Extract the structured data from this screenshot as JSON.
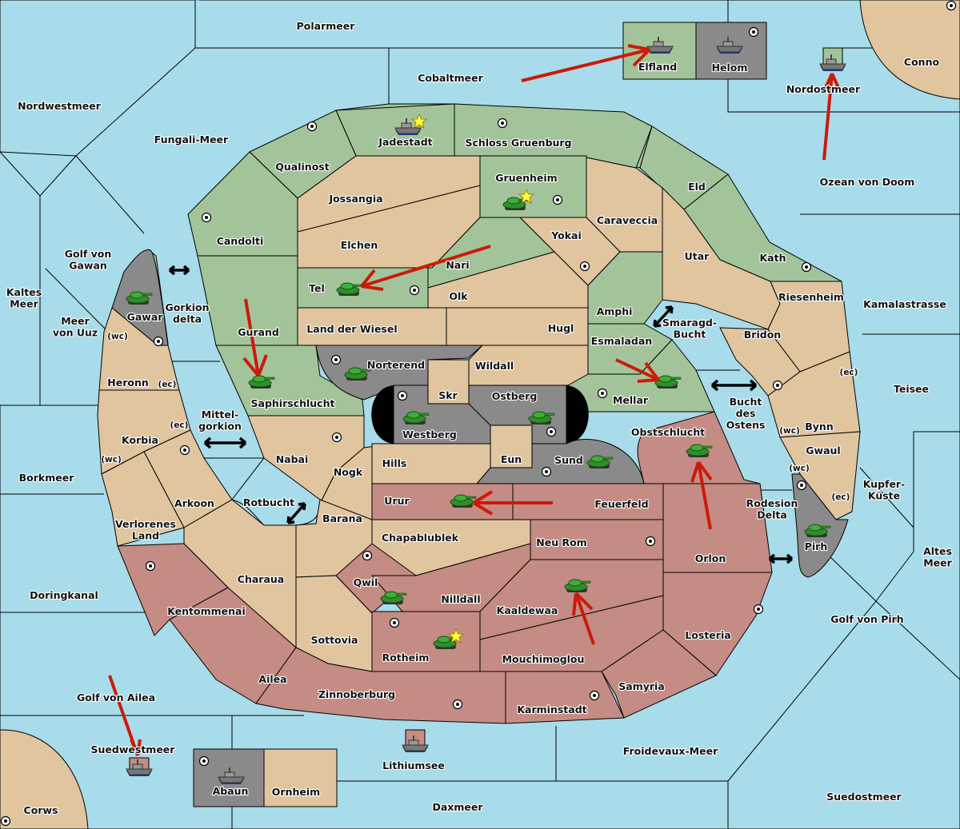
{
  "colors": {
    "sea": "#a8dcea",
    "neutral": "#e0c59f",
    "green_power": "#a3c49a",
    "gray_power": "#8a8a8a",
    "red_power": "#c48c84",
    "order_arrow": "#cc1a0a",
    "home_star": "#ffff33"
  },
  "seas": {
    "polarmeer": "Polarmeer",
    "cobaltmeer": "Cobaltmeer",
    "nordwestmeer": "Nordwestmeer",
    "fungali": "Fungali-Meer",
    "nordostmeer": "Nordostmeer",
    "ozean": "Ozean von Doom",
    "golf_gawan": "Golf von Gawan",
    "kaltes": "Kaltes Meer",
    "uuz": "Meer von Uuz",
    "gorkion_delta": "Gorkion delta",
    "mittelgorkion": "Mittel-gorkion",
    "borkmeer": "Borkmeer",
    "rotbucht": "Rotbucht",
    "doringkanal": "Doringkanal",
    "golf_ailea": "Golf von Ailea",
    "suedwestmeer": "Suedwestmeer",
    "lithiumsee": "Lithiumsee",
    "daxmeer": "Daxmeer",
    "froidevaux": "Froidevaux-Meer",
    "suedostmeer": "Suedostmeer",
    "golf_pirh": "Golf von Pirh",
    "altes": "Altes Meer",
    "kupfer": "Kupfer-Küste",
    "teisee": "Teisee",
    "kamala": "Kamalastrasse",
    "rodesion": "Rodesion Delta",
    "bucht_ostens": "Bucht des Ostens",
    "smaragd": "Smaragd-Bucht"
  },
  "lands": {
    "elfland": "Elfland",
    "helom": "Helom",
    "conno": "Conno",
    "jadestadt": "Jadestadt",
    "schloss": "Schloss Gruenburg",
    "qualinost": "Qualinost",
    "candolti": "Candolti",
    "jossangia": "Jossangia",
    "gruenheim": "Gruenheim",
    "elchen": "Elchen",
    "eld": "Eld",
    "caraveccia": "Caraveccia",
    "yokai": "Yokai",
    "nari": "Nari",
    "utar": "Utar",
    "kath": "Kath",
    "tel": "Tel",
    "olk": "Olk",
    "amphi": "Amphi",
    "gurand": "Gurand",
    "land_wiesel": "Land der Wiesel",
    "hugl": "Hugl",
    "riesenheim": "Riesenheim",
    "gawar": "Gawar",
    "esmaladan": "Esmaladan",
    "bridon": "Bridon",
    "norterend": "Norterend",
    "wildall": "Wildall",
    "heronn": "Heronn",
    "saphir": "Saphirschlucht",
    "skr": "Skr",
    "ostberg": "Ostberg",
    "mellar": "Mellar",
    "westberg": "Westberg",
    "korbia": "Korbia",
    "nabai": "Nabai",
    "obstschlucht": "Obstschlucht",
    "bynn": "Bynn",
    "gwaul": "Gwaul",
    "eun": "Eun",
    "sund": "Sund",
    "hills": "Hills",
    "nogk": "Nogk",
    "arkoon": "Arkoon",
    "urur": "Urur",
    "feuerfeld": "Feuerfeld",
    "barana": "Barana",
    "verlorenes": "Verlorenes Land",
    "chapablublek": "Chapablublek",
    "neu_rom": "Neu Rom",
    "orlon": "Orlon",
    "pirh": "Pirh",
    "charaua": "Charaua",
    "qwil": "Qwil",
    "nilldall": "Nilldall",
    "kaaldewaa": "Kaaldewaa",
    "kentommenai": "Kentommenai",
    "sottovia": "Sottovia",
    "losteria": "Losteria",
    "rotheim": "Rotheim",
    "mouchimoglou": "Mouchimoglou",
    "ailea": "Ailea",
    "samyria": "Samyria",
    "zinnoberburg": "Zinnoberburg",
    "karminstadt": "Karminstadt",
    "abaun": "Abaun",
    "ornheim": "Ornheim",
    "corws": "Corws"
  },
  "coasts": {
    "wc": "(wc)",
    "ec": "(ec)"
  },
  "units": [
    {
      "type": "fleet",
      "province": "Elfland",
      "power": "green"
    },
    {
      "type": "fleet",
      "province": "Helom",
      "power": "gray"
    },
    {
      "type": "fleet",
      "province": "Nordostmeer",
      "power": "green"
    },
    {
      "type": "fleet",
      "province": "Jadestadt",
      "power": "green"
    },
    {
      "type": "army",
      "province": "Gruenheim",
      "power": "green"
    },
    {
      "type": "army",
      "province": "Tel",
      "power": "green"
    },
    {
      "type": "army",
      "province": "Gawar",
      "power": "gray"
    },
    {
      "type": "army",
      "province": "Saphirschlucht",
      "power": "green"
    },
    {
      "type": "army",
      "province": "Norterend",
      "power": "gray"
    },
    {
      "type": "army",
      "province": "Westberg",
      "power": "gray"
    },
    {
      "type": "army",
      "province": "Ostberg",
      "power": "gray"
    },
    {
      "type": "army",
      "province": "Mellar",
      "power": "green"
    },
    {
      "type": "army",
      "province": "Obstschlucht",
      "power": "green"
    },
    {
      "type": "army",
      "province": "Sund",
      "power": "gray"
    },
    {
      "type": "army",
      "province": "Urur",
      "power": "green"
    },
    {
      "type": "army",
      "province": "Pirh",
      "power": "green"
    },
    {
      "type": "army",
      "province": "Qwil",
      "power": "green"
    },
    {
      "type": "army",
      "province": "Kaaldewaa",
      "power": "green"
    },
    {
      "type": "army",
      "province": "Rotheim",
      "power": "green"
    },
    {
      "type": "fleet",
      "province": "Suedwestmeer",
      "power": "red"
    },
    {
      "type": "fleet",
      "province": "Lithiumsee",
      "power": "red"
    },
    {
      "type": "fleet",
      "province": "Abaun",
      "power": "gray"
    }
  ],
  "orders": [
    {
      "from": "Cobaltmeer",
      "to": "Elfland"
    },
    {
      "from": "Ozean von Doom",
      "to": "Nordostmeer"
    },
    {
      "from": "Nari",
      "to": "Tel"
    },
    {
      "from": "Gurand",
      "to": "Saphirschlucht"
    },
    {
      "from": "Esmaladan",
      "to": "Mellar"
    },
    {
      "from": "Orlon",
      "to": "Obstschlucht"
    },
    {
      "from": "Feuerfeld",
      "to": "Urur"
    },
    {
      "from": "Mouchimoglou",
      "to": "Kaaldewaa"
    },
    {
      "from": "Golf von Ailea",
      "to": "Suedwestmeer"
    }
  ]
}
